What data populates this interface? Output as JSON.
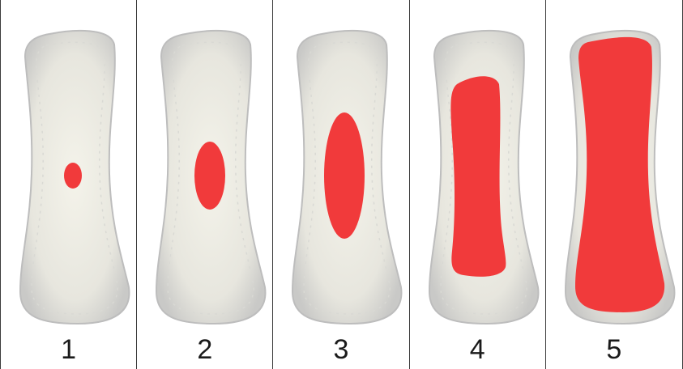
{
  "stain_color": "#f13a3b",
  "panels": [
    {
      "label": "1",
      "level": 1
    },
    {
      "label": "2",
      "level": 2
    },
    {
      "label": "3",
      "level": 3
    },
    {
      "label": "4",
      "level": 4
    },
    {
      "label": "5",
      "level": 5
    }
  ]
}
